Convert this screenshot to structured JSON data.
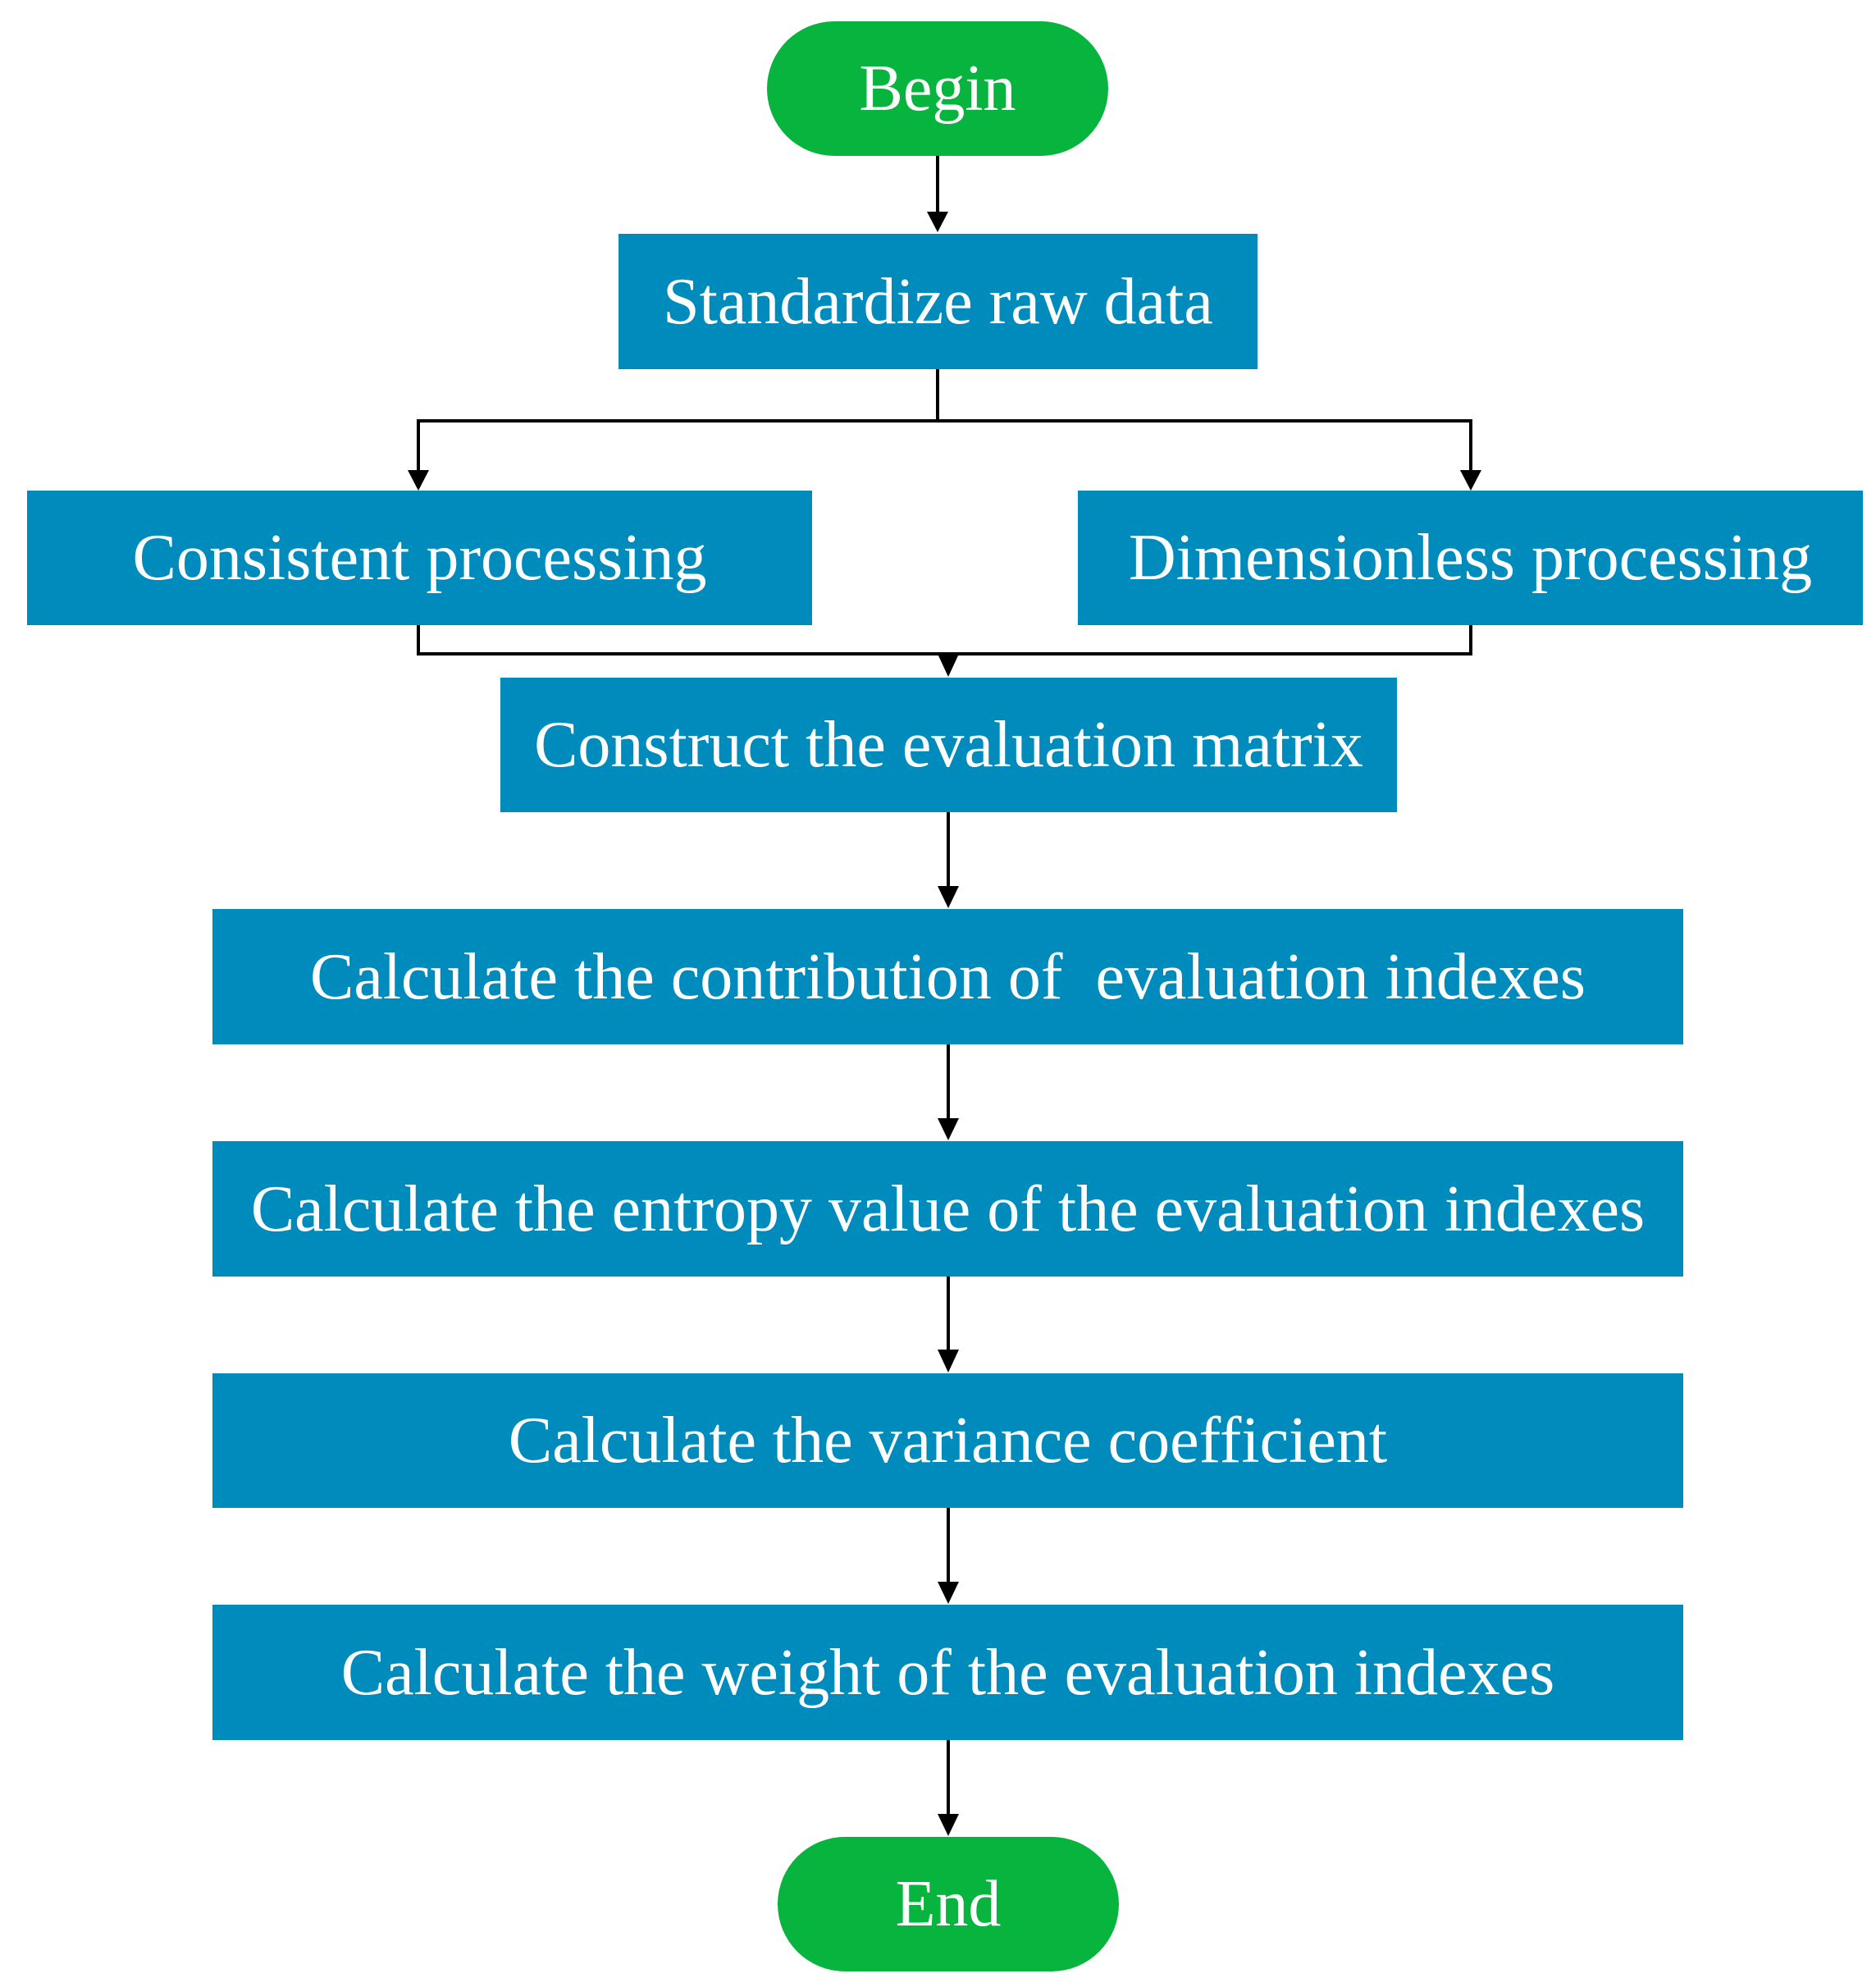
{
  "colors": {
    "terminal_fill": "#07b43d",
    "process_fill": "#008bbd",
    "connector": "#000000",
    "text": "#ffffff"
  },
  "nodes": {
    "begin": "Begin",
    "standardize": "Standardize raw data",
    "consistent": "Consistent processing",
    "dimensionless": "Dimensionless processing",
    "construct": "Construct the evaluation matrix",
    "contribution": "Calculate the contribution of  evaluation indexes",
    "entropy": "Calculate the entropy value of the evaluation indexes",
    "variance": "Calculate the variance coefficient",
    "weight": "Calculate the weight of the evaluation indexes",
    "end": "End"
  },
  "edges": [
    {
      "from": "begin",
      "to": "standardize"
    },
    {
      "from": "standardize",
      "to": "consistent"
    },
    {
      "from": "standardize",
      "to": "dimensionless"
    },
    {
      "from": "consistent",
      "to": "construct"
    },
    {
      "from": "dimensionless",
      "to": "construct"
    },
    {
      "from": "construct",
      "to": "contribution"
    },
    {
      "from": "contribution",
      "to": "entropy"
    },
    {
      "from": "entropy",
      "to": "variance"
    },
    {
      "from": "variance",
      "to": "weight"
    },
    {
      "from": "weight",
      "to": "end"
    }
  ]
}
